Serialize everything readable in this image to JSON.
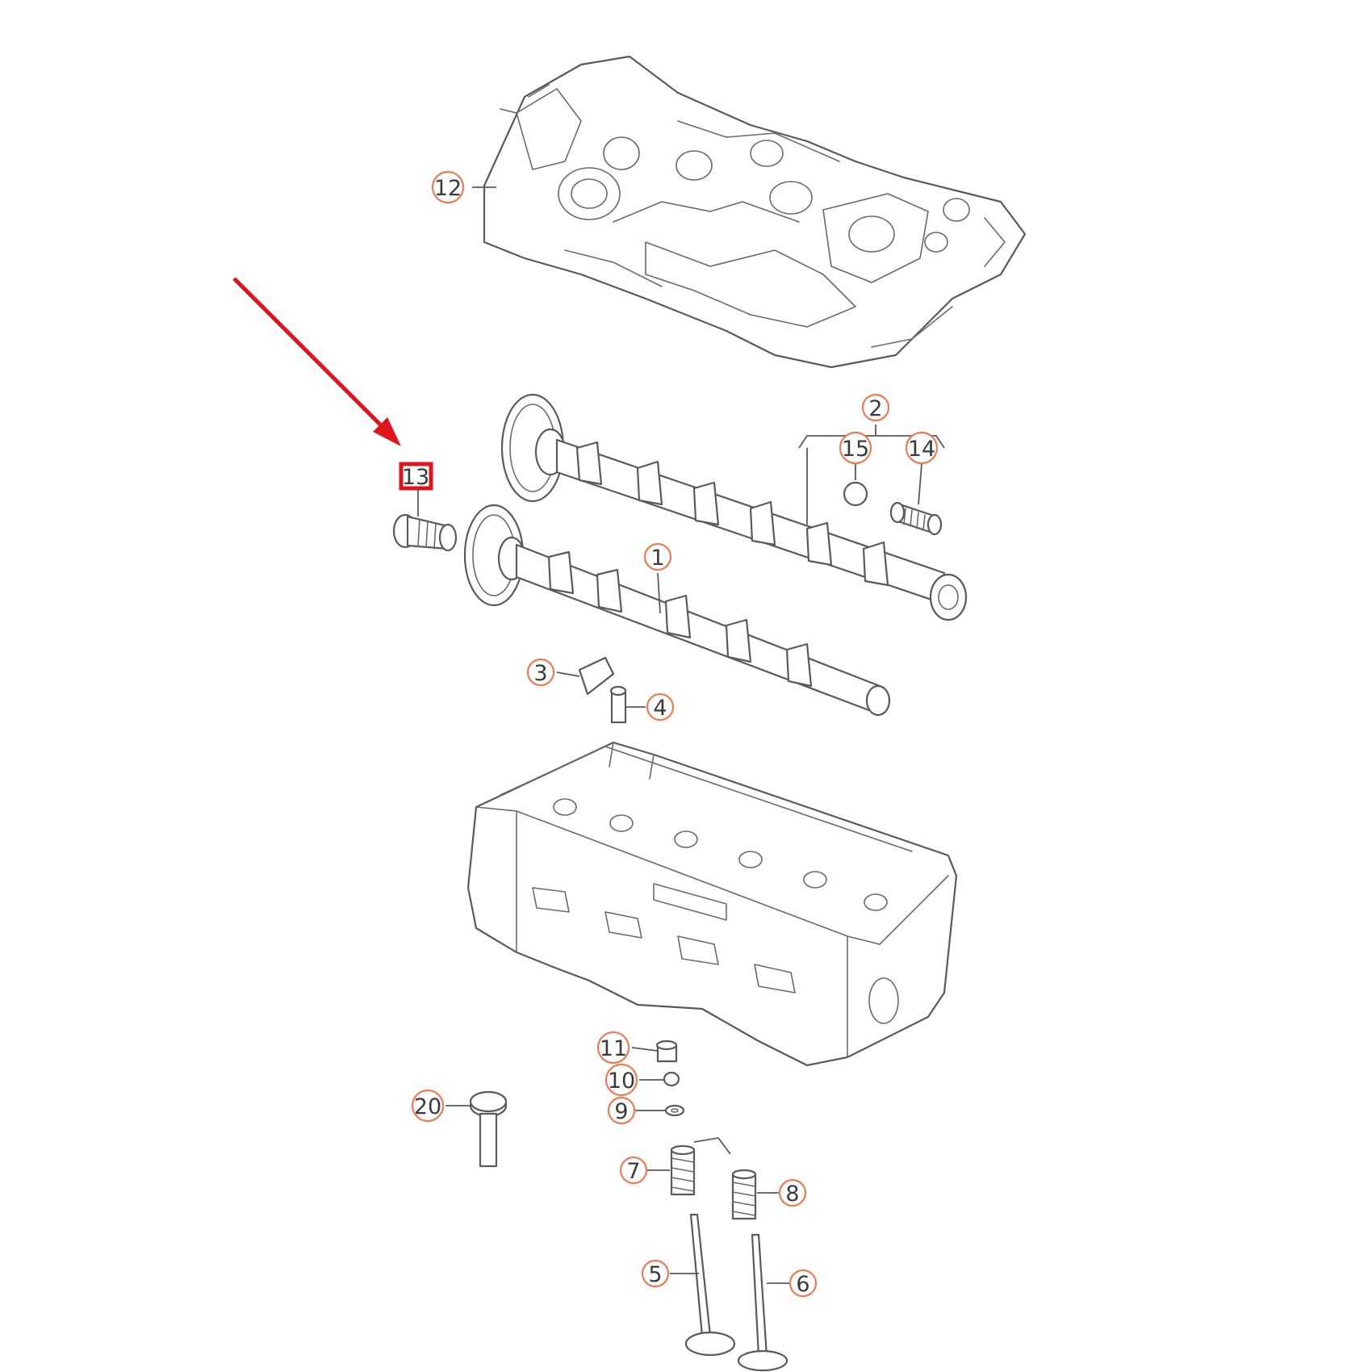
{
  "diagram": {
    "highlight_color": "#e0151b",
    "callout_color": "#f07a52",
    "callouts": [
      {
        "id": "c12",
        "label": "12"
      },
      {
        "id": "c2",
        "label": "2"
      },
      {
        "id": "c15",
        "label": "15"
      },
      {
        "id": "c14",
        "label": "14"
      },
      {
        "id": "c13",
        "label": "13"
      },
      {
        "id": "c1",
        "label": "1"
      },
      {
        "id": "c3",
        "label": "3"
      },
      {
        "id": "c4",
        "label": "4"
      },
      {
        "id": "c11",
        "label": "11"
      },
      {
        "id": "c10",
        "label": "10"
      },
      {
        "id": "c9",
        "label": "9"
      },
      {
        "id": "c20",
        "label": "20"
      },
      {
        "id": "c7",
        "label": "7"
      },
      {
        "id": "c8",
        "label": "8"
      },
      {
        "id": "c5",
        "label": "5"
      },
      {
        "id": "c6",
        "label": "6"
      }
    ]
  }
}
